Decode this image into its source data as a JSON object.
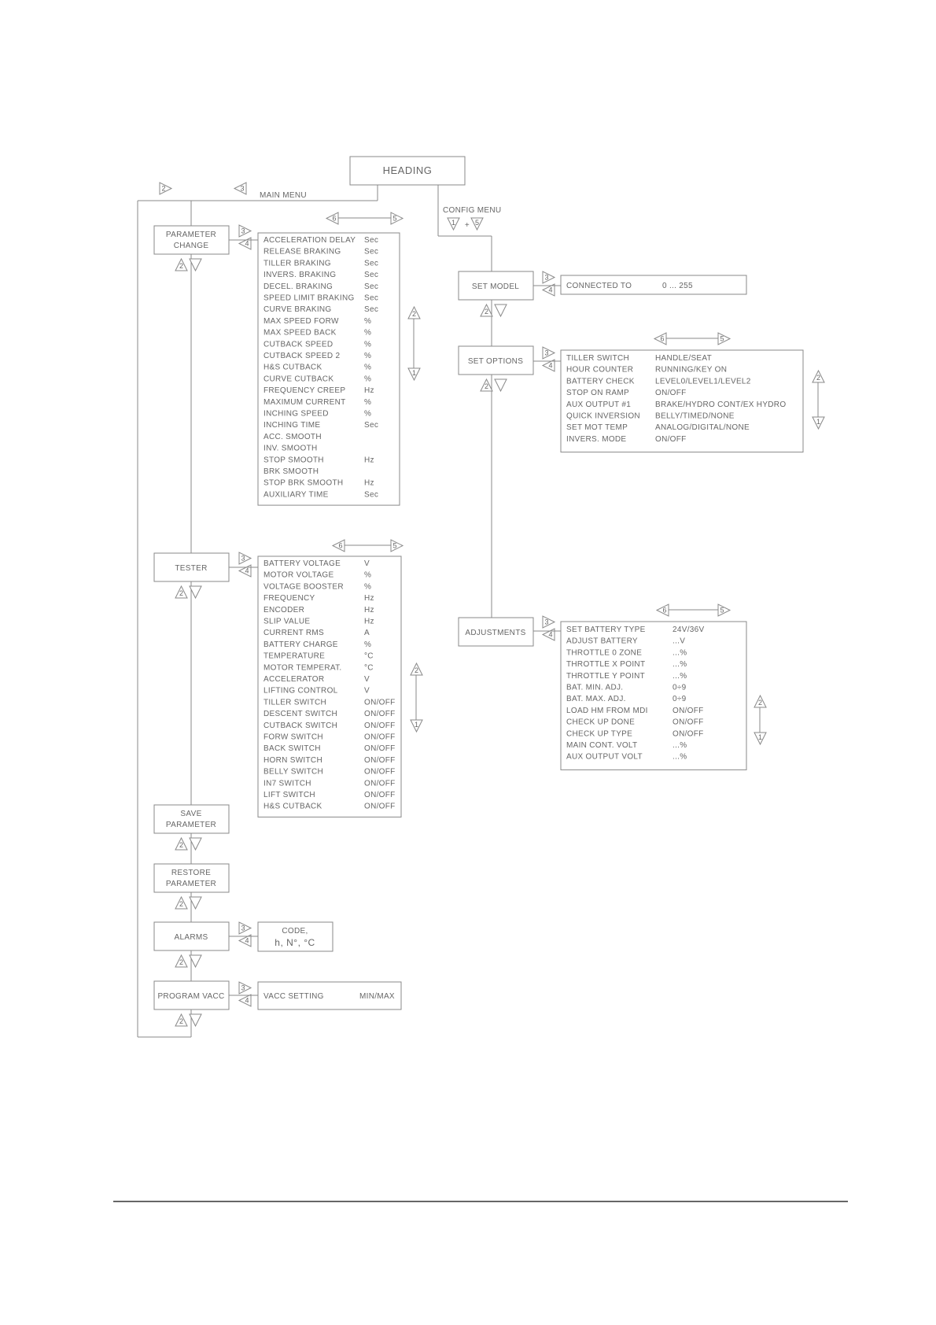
{
  "heading": "HEADING",
  "main_menu_label": "MAIN MENU",
  "config_menu_label": "CONFIG MENU",
  "config_key_a": "1",
  "config_plus": "+",
  "config_key_b": "5",
  "key_labels": {
    "up": "2",
    "down": "1",
    "enter": "3",
    "back": "4",
    "left": "6",
    "right": "5"
  },
  "main_items": [
    {
      "id": "parameter-change",
      "lines": [
        "PARAMETER",
        "CHANGE"
      ]
    },
    {
      "id": "tester",
      "lines": [
        "TESTER"
      ]
    },
    {
      "id": "save-parameter",
      "lines": [
        "SAVE",
        "PARAMETER"
      ]
    },
    {
      "id": "restore-parameter",
      "lines": [
        "RESTORE",
        "PARAMETER"
      ]
    },
    {
      "id": "alarms",
      "lines": [
        "ALARMS"
      ]
    },
    {
      "id": "program-vacc",
      "lines": [
        "PROGRAM VACC"
      ]
    }
  ],
  "parameter_change_rows": [
    [
      "ACCELERATION DELAY",
      "Sec"
    ],
    [
      "RELEASE BRAKING",
      "Sec"
    ],
    [
      "TILLER BRAKING",
      "Sec"
    ],
    [
      "INVERS. BRAKING",
      "Sec"
    ],
    [
      "DECEL. BRAKING",
      "Sec"
    ],
    [
      "SPEED LIMIT BRAKING",
      "Sec"
    ],
    [
      "CURVE BRAKING",
      "Sec"
    ],
    [
      "MAX SPEED FORW",
      "%"
    ],
    [
      "MAX SPEED BACK",
      "%"
    ],
    [
      "CUTBACK SPEED",
      "%"
    ],
    [
      "CUTBACK SPEED 2",
      "%"
    ],
    [
      "H&S CUTBACK",
      "%"
    ],
    [
      "CURVE CUTBACK",
      "%"
    ],
    [
      "FREQUENCY CREEP",
      "Hz"
    ],
    [
      "MAXIMUM CURRENT",
      "%"
    ],
    [
      "INCHING SPEED",
      "%"
    ],
    [
      "INCHING TIME",
      "Sec"
    ],
    [
      "ACC. SMOOTH",
      ""
    ],
    [
      "INV. SMOOTH",
      ""
    ],
    [
      "STOP SMOOTH",
      "Hz"
    ],
    [
      "BRK SMOOTH",
      ""
    ],
    [
      "STOP BRK SMOOTH",
      "Hz"
    ],
    [
      "AUXILIARY TIME",
      "Sec"
    ]
  ],
  "tester_rows": [
    [
      "BATTERY VOLTAGE",
      "V"
    ],
    [
      "MOTOR VOLTAGE",
      "%"
    ],
    [
      "VOLTAGE BOOSTER",
      "%"
    ],
    [
      "FREQUENCY",
      "Hz"
    ],
    [
      "ENCODER",
      "Hz"
    ],
    [
      "SLIP VALUE",
      "Hz"
    ],
    [
      "CURRENT RMS",
      "A"
    ],
    [
      "BATTERY CHARGE",
      "%"
    ],
    [
      "TEMPERATURE",
      "°C"
    ],
    [
      "MOTOR TEMPERAT.",
      "°C"
    ],
    [
      "ACCELERATOR",
      "V"
    ],
    [
      "LIFTING CONTROL",
      "V"
    ],
    [
      "TILLER SWITCH",
      "ON/OFF"
    ],
    [
      "DESCENT SWITCH",
      "ON/OFF"
    ],
    [
      "CUTBACK SWITCH",
      "ON/OFF"
    ],
    [
      "FORW SWITCH",
      "ON/OFF"
    ],
    [
      "BACK SWITCH",
      "ON/OFF"
    ],
    [
      "HORN SWITCH",
      "ON/OFF"
    ],
    [
      "BELLY SWITCH",
      "ON/OFF"
    ],
    [
      "IN7 SWITCH",
      "ON/OFF"
    ],
    [
      "LIFT SWITCH",
      "ON/OFF"
    ],
    [
      "H&S CUTBACK",
      "ON/OFF"
    ]
  ],
  "alarms_detail": [
    "CODE,",
    "h, N°, °C"
  ],
  "vacc_setting": [
    "VACC SETTING",
    "MIN/MAX"
  ],
  "config_items": [
    {
      "id": "set-model",
      "label": "SET MODEL"
    },
    {
      "id": "set-options",
      "label": "SET OPTIONS"
    },
    {
      "id": "adjustments",
      "label": "ADJUSTMENTS"
    }
  ],
  "set_model_detail": [
    "CONNECTED TO",
    "0 ... 255"
  ],
  "set_options_rows": [
    [
      "TILLER SWITCH",
      "HANDLE/SEAT"
    ],
    [
      "HOUR COUNTER",
      "RUNNING/KEY ON"
    ],
    [
      "BATTERY CHECK",
      "LEVEL0/LEVEL1/LEVEL2"
    ],
    [
      "STOP ON RAMP",
      "ON/OFF"
    ],
    [
      "AUX OUTPUT #1",
      "BRAKE/HYDRO CONT/EX HYDRO"
    ],
    [
      "QUICK INVERSION",
      "BELLY/TIMED/NONE"
    ],
    [
      "SET MOT TEMP",
      "ANALOG/DIGITAL/NONE"
    ],
    [
      "INVERS. MODE",
      "ON/OFF"
    ]
  ],
  "adjustments_rows": [
    [
      "SET BATTERY TYPE",
      "24V/36V"
    ],
    [
      "ADJUST BATTERY",
      "...V"
    ],
    [
      "THROTTLE 0 ZONE",
      "...%"
    ],
    [
      "THROTTLE X POINT",
      "...%"
    ],
    [
      "THROTTLE Y POINT",
      "...%"
    ],
    [
      "BAT. MIN. ADJ.",
      "0÷9"
    ],
    [
      "BAT. MAX. ADJ.",
      "0÷9"
    ],
    [
      "LOAD HM FROM MDI",
      "ON/OFF"
    ],
    [
      "CHECK UP DONE",
      "ON/OFF"
    ],
    [
      "CHECK UP TYPE",
      "ON/OFF"
    ],
    [
      "MAIN CONT. VOLT",
      "...%"
    ],
    [
      "AUX OUTPUT VOLT",
      "...%"
    ]
  ]
}
